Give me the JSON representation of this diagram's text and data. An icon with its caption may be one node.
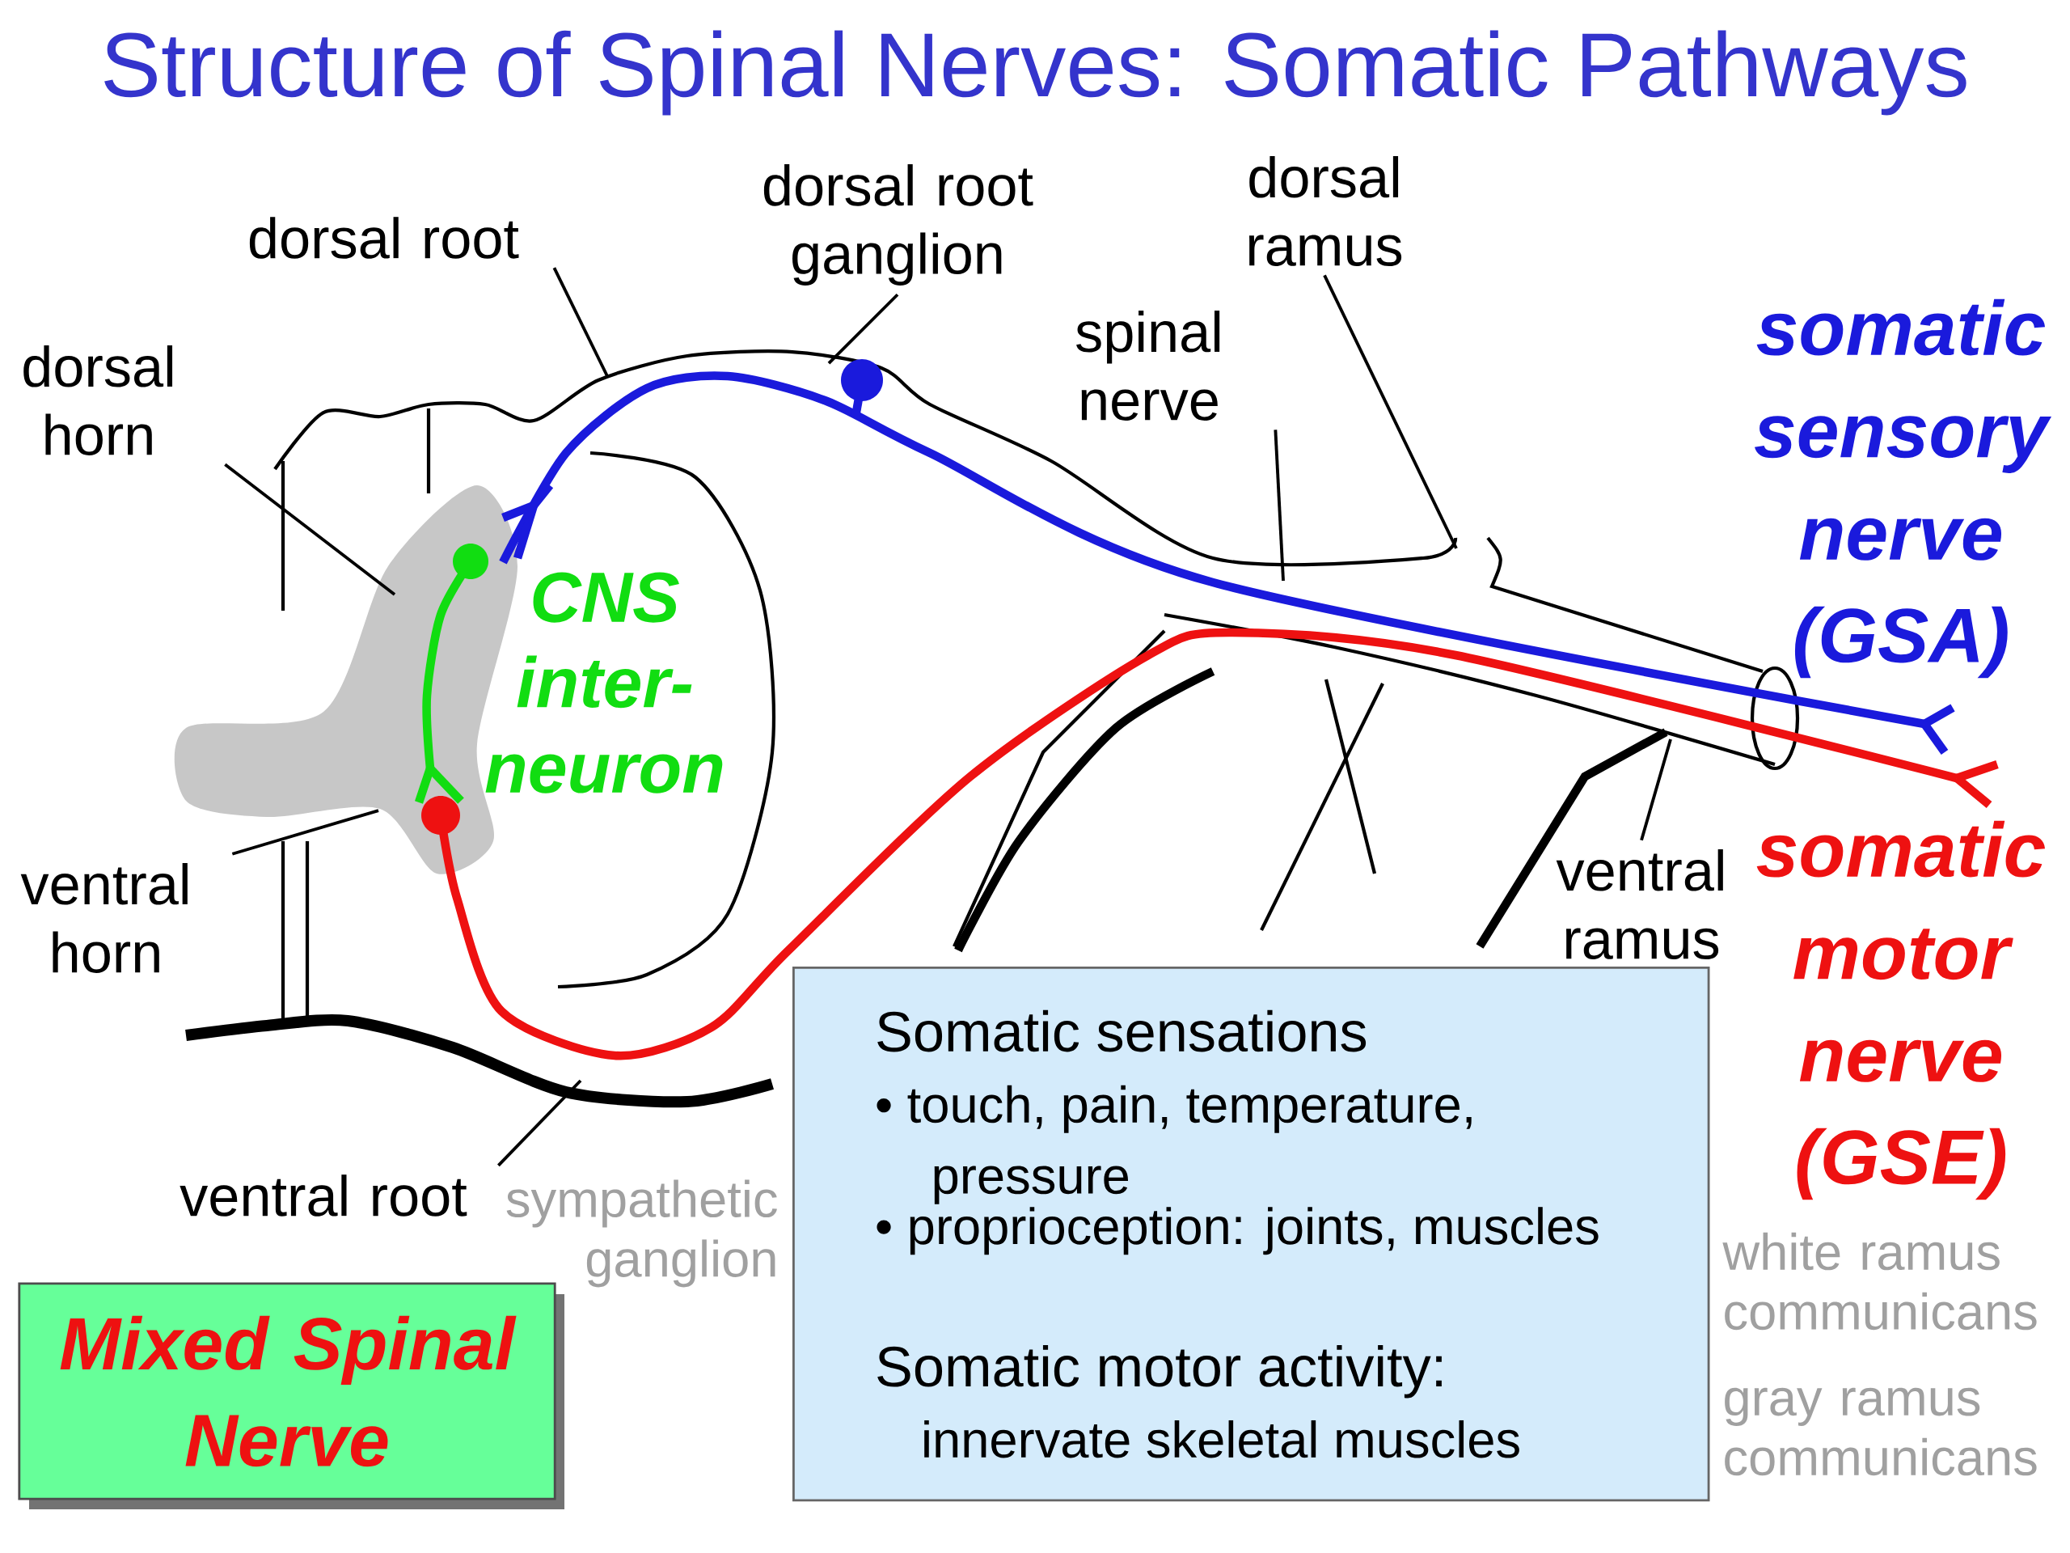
{
  "diagram": {
    "title": "Structure of Spinal Nerves: Somatic Pathways",
    "nodes": [
      {
        "text": [
          "dorsal root"
        ]
      },
      {
        "text": [
          "dorsal root ganglion"
        ]
      },
      {
        "text": [
          "dorsal ramus"
        ]
      },
      {
        "text": [
          "spinal nerve"
        ]
      },
      {
        "text": [
          "dorsal horn"
        ]
      },
      {
        "text": [
          "ventral horn"
        ]
      },
      {
        "text": [
          "ventral root"
        ]
      },
      {
        "text": [
          "ventral ramus"
        ]
      },
      {
        "text": [
          "Somatic sensations",
          "• touch, pain, temperature, pressure",
          "• proprioception: joints, muscles",
          "Somatic motor activity:",
          "innervate skeletal muscles"
        ]
      },
      {
        "text": [
          "Mixed Spinal Nerve"
        ]
      }
    ],
    "edges": [
      {
        "from": 0,
        "to": null,
        "arrow": "none"
      },
      {
        "from": 1,
        "to": null,
        "arrow": "none"
      },
      {
        "from": 2,
        "to": null,
        "arrow": "none"
      },
      {
        "from": 3,
        "to": null,
        "arrow": "none"
      },
      {
        "from": 4,
        "to": null,
        "arrow": "none"
      },
      {
        "from": 5,
        "to": null,
        "arrow": "none"
      },
      {
        "from": 6,
        "to": null,
        "arrow": "none"
      },
      {
        "from": 7,
        "to": null,
        "arrow": "none"
      }
    ],
    "labels": [
      "CNS inter- neuron",
      "somatic sensory nerve (GSA)",
      "somatic motor nerve (GSE)",
      "white ramus communicans",
      "sympathetic ganglion",
      "gray ramus communicans"
    ]
  }
}
